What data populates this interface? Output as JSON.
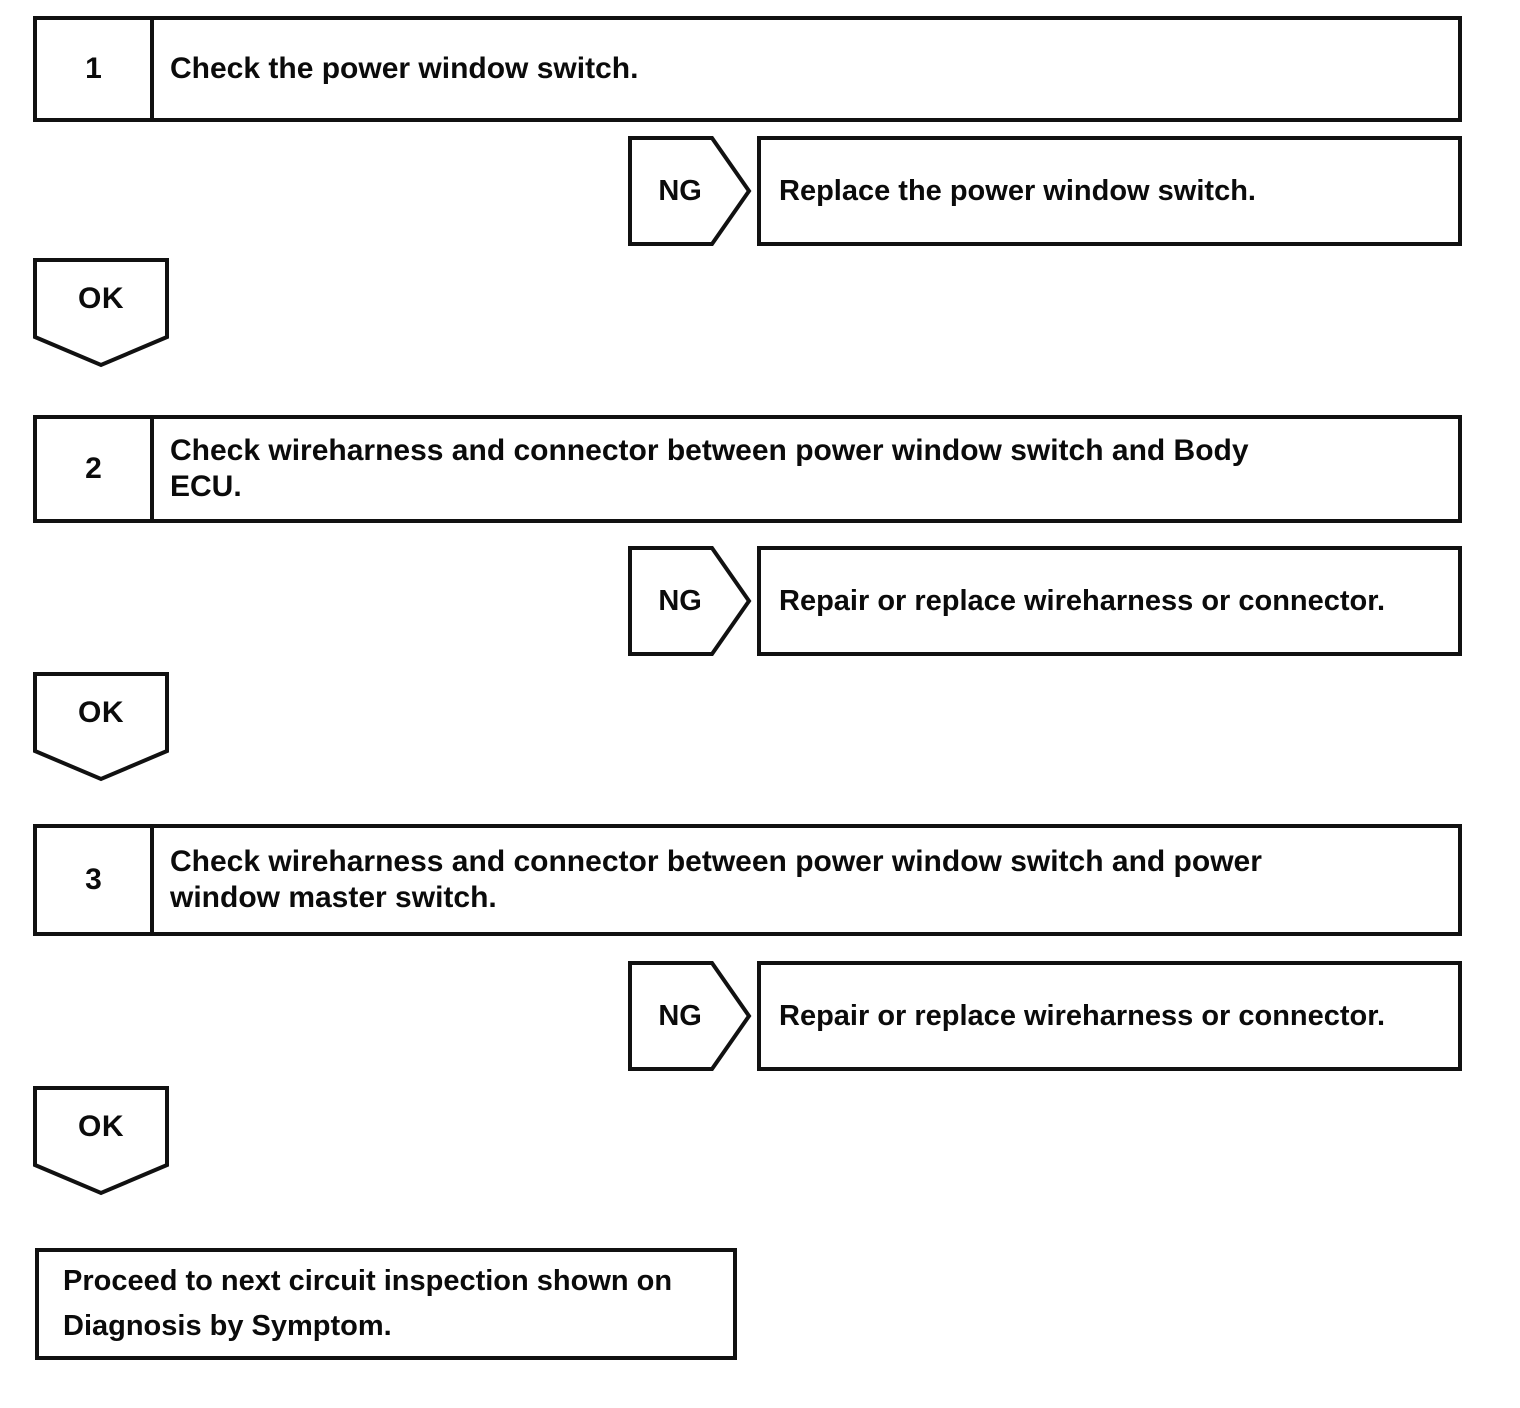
{
  "page": {
    "background_color": "#ffffff",
    "line_color": "#111111",
    "text_color": "#0b0b0b"
  },
  "flowchart": {
    "steps": [
      {
        "number": "1",
        "instruction_lines": [
          "Check the power window switch."
        ],
        "ng": {
          "label": "NG",
          "result": "Replace the power window switch."
        },
        "ok": {
          "label": "OK"
        }
      },
      {
        "number": "2",
        "instruction_lines": [
          "Check wireharness and connector between power window switch and Body",
          "ECU."
        ],
        "ng": {
          "label": "NG",
          "result": "Repair or replace wireharness or connector."
        },
        "ok": {
          "label": "OK"
        }
      },
      {
        "number": "3",
        "instruction_lines": [
          "Check wireharness and connector between power window switch and power",
          "window master switch."
        ],
        "ng": {
          "label": "NG",
          "result": "Repair or replace wireharness or connector."
        },
        "ok": {
          "label": "OK"
        }
      }
    ],
    "terminal": {
      "lines": [
        "Proceed to next circuit inspection shown on",
        "Diagnosis by Symptom."
      ]
    }
  }
}
